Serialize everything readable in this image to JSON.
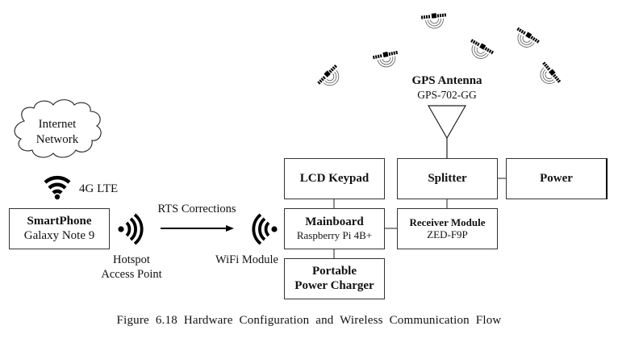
{
  "figure": {
    "caption": "Figure 6.18 Hardware Configuration and Wireless Communication Flow"
  },
  "cloud": {
    "line1": "Internet",
    "line2": "Network",
    "icon": "cloud-icon"
  },
  "cellular": {
    "label": "4G LTE",
    "icon": "wifi-signal-icon"
  },
  "smartphone": {
    "title": "SmartPhone",
    "subtitle": "Galaxy Note 9"
  },
  "hotspot": {
    "line1": "Hotspot",
    "line2": "Access Point",
    "icon": "wireless-broadcast-icon"
  },
  "link": {
    "label": "RTS Corrections",
    "icon": "arrow-right-icon"
  },
  "wifi_module": {
    "label": "WiFi Module",
    "icon": "wireless-receive-icon"
  },
  "lcd": {
    "title": "LCD Keypad"
  },
  "mainboard": {
    "title": "Mainboard",
    "subtitle": "Raspberry Pi 4B+"
  },
  "charger": {
    "line1": "Portable",
    "line2": "Power Charger"
  },
  "splitter": {
    "title": "Splitter"
  },
  "power": {
    "title": "Power"
  },
  "receiver": {
    "title": "Receiver Module",
    "subtitle": "ZED-F9P"
  },
  "antenna": {
    "title": "GPS Antenna",
    "subtitle": "GPS-702-GG",
    "icon": "antenna-icon"
  },
  "satellites": {
    "count": 6,
    "icon": "satellite-icon"
  }
}
